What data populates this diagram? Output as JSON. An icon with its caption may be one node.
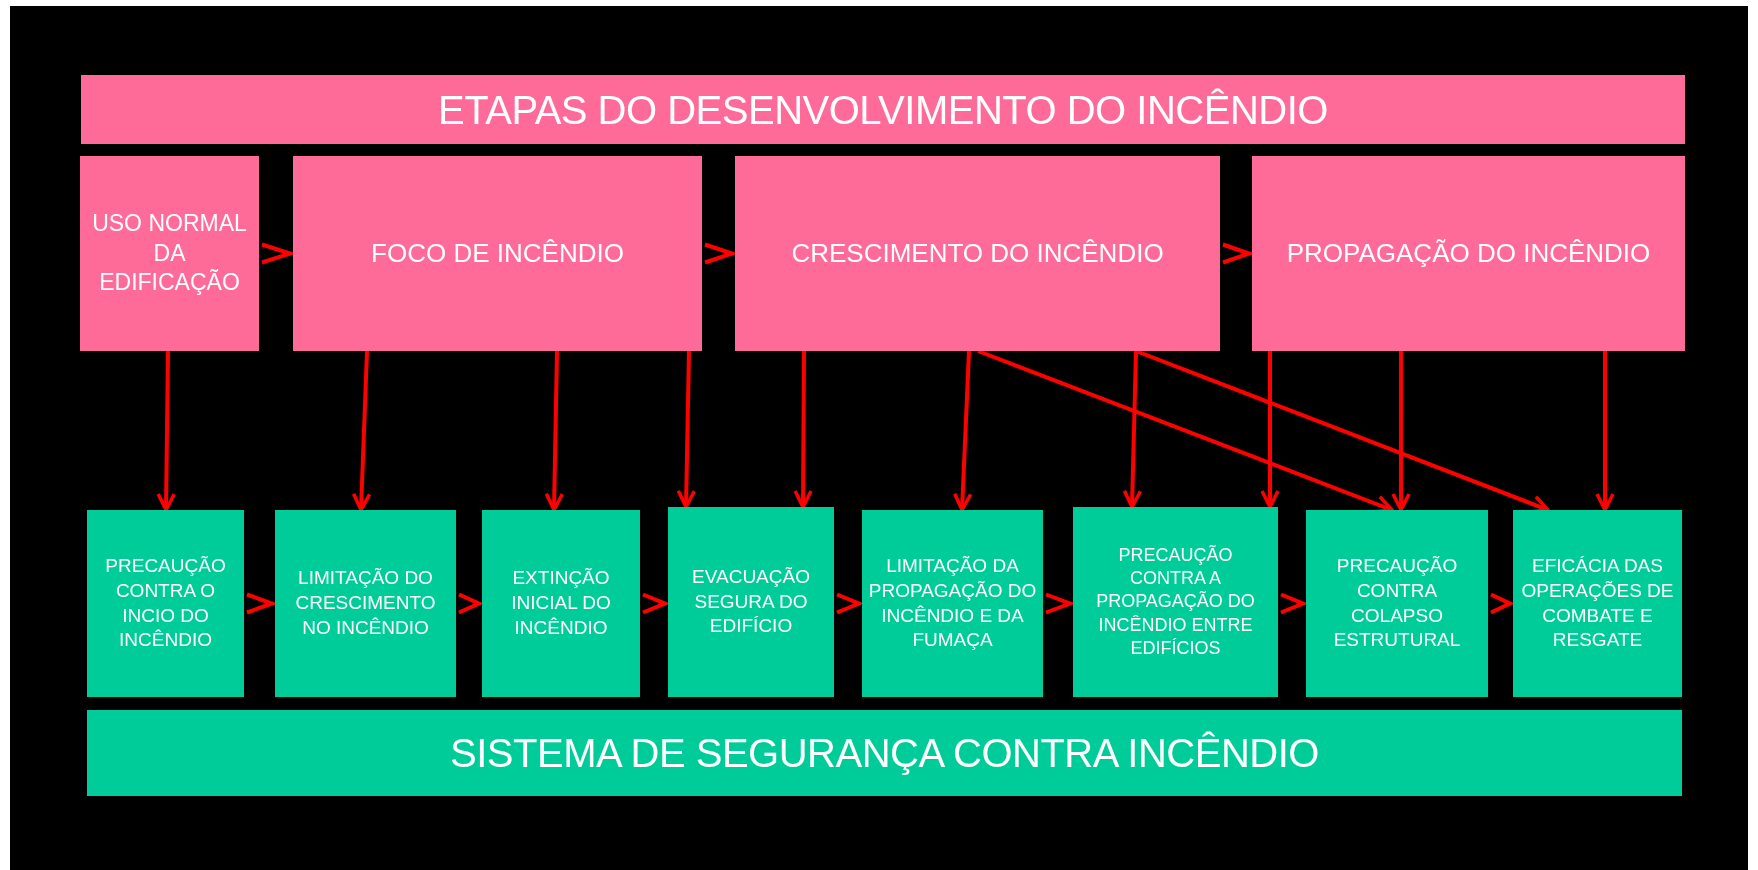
{
  "diagram": {
    "nodes": [
      {
        "text": [
          "ETAPAS DO DESENVOLVIMENTO DO INCÊNDIO"
        ]
      },
      {
        "text": [
          "USO NORMAL DA EDIFICAÇÃO"
        ]
      },
      {
        "text": [
          "FOCO DE INCÊNDIO"
        ]
      },
      {
        "text": [
          "CRESCIMENTO DO INCÊNDIO"
        ]
      },
      {
        "text": [
          "PROPAGAÇÃO DO INCÊNDIO"
        ]
      },
      {
        "text": [
          "PRECAUÇÃO CONTRA O INCIO DO INCÊNDIO"
        ]
      },
      {
        "text": [
          "LIMITAÇÃO DO CRESCIMENTO NO INCÊNDIO"
        ]
      },
      {
        "text": [
          "EXTINÇÃO INICIAL DO INCÊNDIO"
        ]
      },
      {
        "text": [
          "EVACUAÇÃO SEGURA DO EDIFÍCIO"
        ]
      },
      {
        "text": [
          "LIMITAÇÃO DA PROPAGAÇÃO DO INCÊNDIO E DA FUMAÇA"
        ]
      },
      {
        "text": [
          "PRECAUÇÃO CONTRA A PROPAGAÇÃO DO INCÊNDIO ENTRE EDIFÍCIOS"
        ]
      },
      {
        "text": [
          "PRECAUÇÃO CONTRA COLAPSO ESTRUTURAL"
        ]
      },
      {
        "text": [
          "EFICÁCIA DAS OPERAÇÕES DE COMBATE E RESGATE"
        ]
      },
      {
        "text": [
          "SISTEMA DE SEGURANÇA CONTRA INCÊNDIO"
        ]
      }
    ],
    "edges": [
      {
        "from": 1,
        "to": 2,
        "arrow": "to"
      },
      {
        "from": 2,
        "to": 3,
        "arrow": "to"
      },
      {
        "from": 3,
        "to": 4,
        "arrow": "to"
      },
      {
        "from": 5,
        "to": 6,
        "arrow": "to"
      },
      {
        "from": 6,
        "to": 7,
        "arrow": "to"
      },
      {
        "from": 7,
        "to": 8,
        "arrow": "to"
      },
      {
        "from": 8,
        "to": 9,
        "arrow": "to"
      },
      {
        "from": 9,
        "to": 10,
        "arrow": "to"
      },
      {
        "from": 10,
        "to": 11,
        "arrow": "to"
      },
      {
        "from": 11,
        "to": 12,
        "arrow": "to"
      },
      {
        "from": 1,
        "to": 5,
        "arrow": "to"
      },
      {
        "from": 2,
        "to": 6,
        "arrow": "to"
      },
      {
        "from": 2,
        "to": 7,
        "arrow": "to"
      },
      {
        "from": 2,
        "to": 8,
        "arrow": "to"
      },
      {
        "from": 3,
        "to": 8,
        "arrow": "to"
      },
      {
        "from": 3,
        "to": 9,
        "arrow": "to"
      },
      {
        "from": 3,
        "to": 11,
        "arrow": "to"
      },
      {
        "from": 3,
        "to": 10,
        "arrow": "to"
      },
      {
        "from": 3,
        "to": 12,
        "arrow": "to"
      },
      {
        "from": 4,
        "to": 10,
        "arrow": "to"
      },
      {
        "from": 4,
        "to": 11,
        "arrow": "to"
      },
      {
        "from": 4,
        "to": 12,
        "arrow": "to"
      }
    ]
  }
}
